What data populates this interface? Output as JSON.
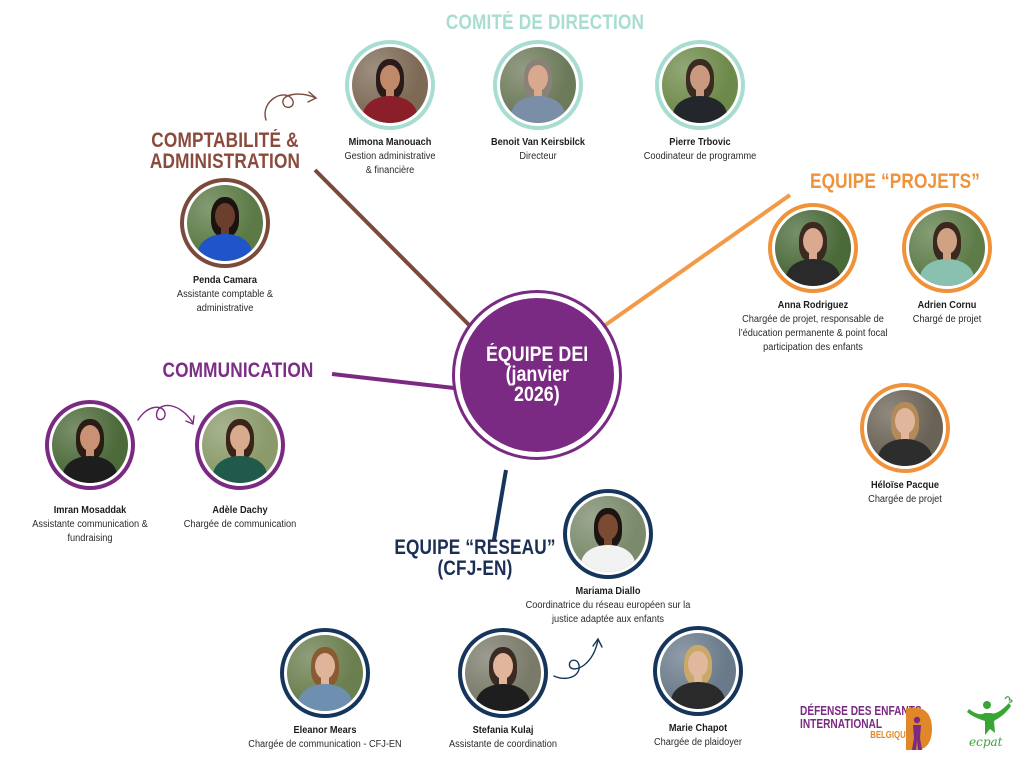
{
  "center": {
    "line1": "ÉQUIPE DEI",
    "line2": "(janvier",
    "line3": "2026)",
    "color": "#7b2a83"
  },
  "directors": {
    "heading": "COMITÉ DE DIRECTION",
    "color": "#a8ddd2",
    "members": [
      {
        "name": "Mimona Manouach",
        "role": [
          "Gestion administrative",
          "& financière"
        ],
        "avatar": {
          "bg": "#7d6a55",
          "skin": "#c08a6a",
          "hair": "#2a1a1a",
          "shirt": "#8a1f2a"
        }
      },
      {
        "name": "Benoit Van Keirsbilck",
        "role": [
          "Directeur"
        ],
        "avatar": {
          "bg": "#6d7a5a",
          "skin": "#d8a98c",
          "hair": "#8a8278",
          "shirt": "#7a8ea8"
        }
      },
      {
        "name": "Pierre Trbovic",
        "role": [
          "Coodinateur de programme"
        ],
        "avatar": {
          "bg": "#6e8a4a",
          "skin": "#c99a80",
          "hair": "#3a2b22",
          "shirt": "#23262b"
        }
      }
    ]
  },
  "compta": {
    "heading": [
      "COMPTABILITÉ &",
      "ADMINISTRATION"
    ],
    "color": "#8b4a3c",
    "members": [
      {
        "name": "Penda Camara",
        "role": [
          "Assistante comptable &",
          "administrative"
        ],
        "avatar": {
          "bg": "#5b7a45",
          "skin": "#6b3f2b",
          "hair": "#1b1310",
          "shirt": "#1f55c8"
        }
      }
    ]
  },
  "communication": {
    "heading": "COMMUNICATION",
    "color": "#7c2d86",
    "members": [
      {
        "name": "Imran Mosaddak",
        "role": [
          "Assistante communication &",
          "fundraising"
        ],
        "avatar": {
          "bg": "#4d6a3a",
          "skin": "#c99274",
          "hair": "#2a1c15",
          "shirt": "#1d1d1d"
        }
      },
      {
        "name": "Adèle Dachy",
        "role": [
          "Chargée de communication"
        ],
        "avatar": {
          "bg": "#8a9a6a",
          "skin": "#d8ab8f",
          "hair": "#3a2418",
          "shirt": "#1f5a4a"
        }
      }
    ]
  },
  "projets": {
    "heading": "EQUIPE “PROJETS”",
    "color": "#f0923a",
    "members": [
      {
        "name": "Anna Rodriguez",
        "role": [
          "Chargée de projet, responsable de",
          "l’éducation permanente & point focal",
          "participation des enfants"
        ],
        "avatar": {
          "bg": "#4a6a3a",
          "skin": "#d9a990",
          "hair": "#3b2a20",
          "shirt": "#2a2a2a"
        }
      },
      {
        "name": "Adrien Cornu",
        "role": [
          "Chargé de projet"
        ],
        "avatar": {
          "bg": "#5e7c48",
          "skin": "#d1a184",
          "hair": "#3a271d",
          "shirt": "#8ac0b0"
        }
      },
      {
        "name": "Héloïse Pacque",
        "role": [
          "Chargée de projet"
        ],
        "avatar": {
          "bg": "#6a6255",
          "skin": "#e0b69c",
          "hair": "#b48a58",
          "shirt": "#2d2d2d"
        }
      }
    ]
  },
  "reseau": {
    "heading": [
      "EQUIPE “RESEAU”",
      "(CFJ-EN)"
    ],
    "color": "#1b2f55",
    "members": [
      {
        "name": "Mariama Diallo",
        "role": [
          "Coordinatrice du réseau européen sur la",
          "justice adaptée aux enfants"
        ],
        "avatar": {
          "bg": "#7a8a6a",
          "skin": "#7a4a33",
          "hair": "#1c1410",
          "shirt": "#f2f2f2"
        }
      },
      {
        "name": "Eleanor Mears",
        "role": [
          "Chargée de communication - CFJ-EN"
        ],
        "avatar": {
          "bg": "#6a7e4e",
          "skin": "#e0b49a",
          "hair": "#8a5a33",
          "shirt": "#6f8fb0"
        }
      },
      {
        "name": "Stefania Kulaj",
        "role": [
          "Assistante de coordination"
        ],
        "avatar": {
          "bg": "#7a7a6a",
          "skin": "#e1b59b",
          "hair": "#3a2a22",
          "shirt": "#1e1e1e"
        }
      },
      {
        "name": "Marie Chapot",
        "role": [
          "Chargée de plaidoyer"
        ],
        "avatar": {
          "bg": "#6a7a8a",
          "skin": "#e0b89e",
          "hair": "#c9a86a",
          "shirt": "#2a2a2a"
        }
      }
    ]
  },
  "logos": {
    "dei": [
      "DÉFENSE DES ENFANTS",
      "INTERNATIONAL",
      "BELGIQUE"
    ],
    "dei_colors": {
      "primary": "#7b2a83",
      "accent": "#e0872a"
    },
    "ecpat": "ecpat",
    "ecpat_color": "#3aa535"
  }
}
